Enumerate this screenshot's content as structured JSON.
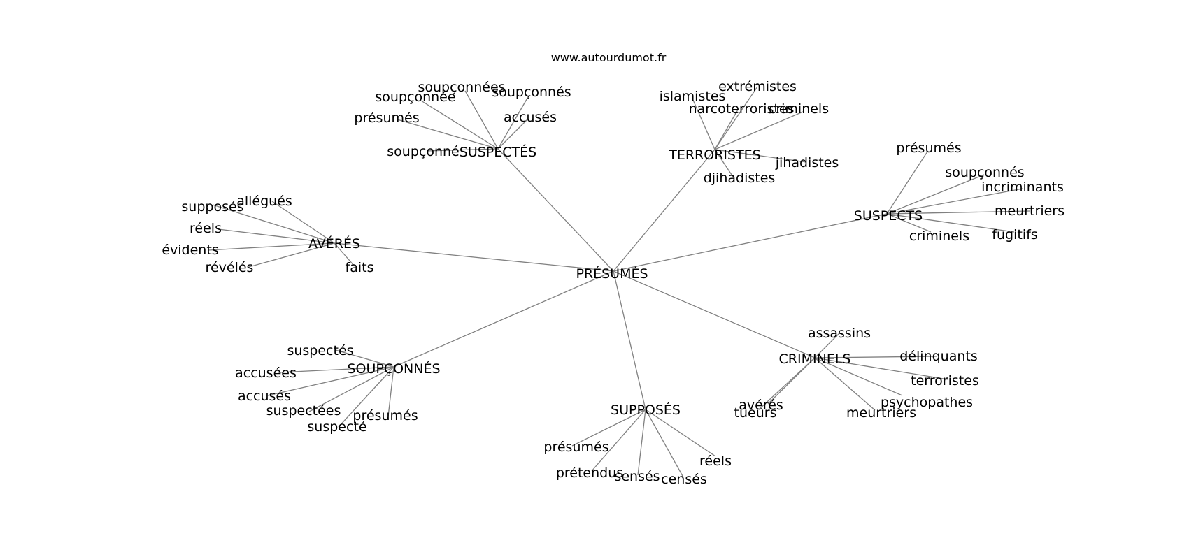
{
  "credit": "www.autourdumot.fr",
  "graph": {
    "center": {
      "id": "root",
      "label": "PRÉSUMÉS"
    },
    "hubs": [
      {
        "id": "suspectes",
        "label": "SUSPECTÉS",
        "leaves": [
          "soupçonnées",
          "soupçonnée",
          "soupçonnés",
          "présumés",
          "accusés",
          "soupçonné"
        ]
      },
      {
        "id": "terroristes",
        "label": "TERRORISTES",
        "leaves": [
          "islamistes",
          "extrémistes",
          "narcoterroristes",
          "criminels",
          "jihadistes",
          "djihadistes"
        ]
      },
      {
        "id": "suspects",
        "label": "SUSPECTS",
        "leaves": [
          "présumés",
          "soupçonnés",
          "incriminants",
          "meurtriers",
          "fugitifs",
          "criminels"
        ]
      },
      {
        "id": "averes",
        "label": "AVÉRÉS",
        "leaves": [
          "supposés",
          "allégués",
          "réels",
          "évidents",
          "révélés",
          "faits"
        ]
      },
      {
        "id": "soupconnes",
        "label": "SOUPÇONNÉS",
        "leaves": [
          "suspectés",
          "accusées",
          "accusés",
          "suspectées",
          "présumés",
          "suspecté"
        ]
      },
      {
        "id": "supposes",
        "label": "SUPPOSÉS",
        "leaves": [
          "présumés",
          "prétendus",
          "sensés",
          "censés",
          "réels"
        ]
      },
      {
        "id": "criminels",
        "label": "CRIMINELS",
        "leaves": [
          "assassins",
          "délinquants",
          "terroristes",
          "psychopathes",
          "meurtriers",
          "avérés",
          "tueurs"
        ]
      }
    ]
  }
}
